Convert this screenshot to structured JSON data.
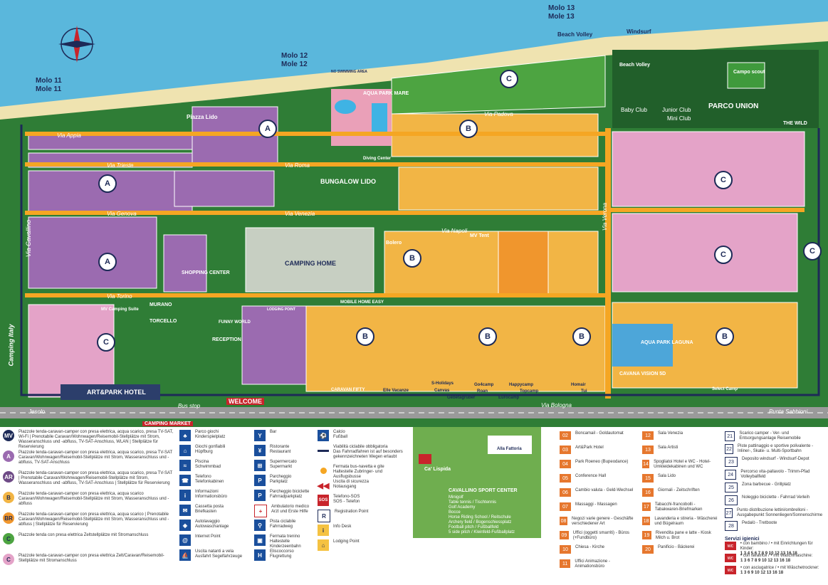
{
  "map": {
    "piers": [
      "Molo 11",
      "Mole 11",
      "Molo 12",
      "Mole 12",
      "Molo 13",
      "Mole 13"
    ],
    "beach_labels": [
      "Beach Volley",
      "Windsurf",
      "NO SWIMMING AREA"
    ],
    "areas": {
      "parco_union": "PARCO UNION",
      "campo_scout": "Campo scout",
      "baby_club": "Baby Club",
      "junior_club": "Junior Club",
      "mini_club": "Mini Club",
      "the_wild": "THE WILD",
      "beach_volley_park": "Beach Volley",
      "aqua_park_mare": "AQUA PARK MARE",
      "diving_center": "Diving Center",
      "bungalow_lido": "BUNGALOW LIDO",
      "camping_home": "CAMPING HOME",
      "mobile_home_easy": "MOBILE HOME EASY",
      "shopping_center": "SHOPPING CENTER",
      "murano": "MURANO",
      "torcello": "TORCELLO",
      "funny_world": "FUNNY WORLD",
      "reception": "RECEPTION",
      "art_park_hotel": "ART&PARK HOTEL",
      "aqua_park_laguna": "AQUA PARK LAGUNA",
      "cavana": "CAVANA VISION 5D",
      "mv_camping_suite": "MV Camping Suite",
      "lodging_point": "LODGING POINT",
      "caravan_fifty": "CARAVAN FIFTY",
      "piazza_lido": "Piazza Lido",
      "bolero": "Bolero",
      "mv_tent": "MV Tent",
      "select_camp": "Select Camp"
    },
    "streets": {
      "via_appia": "Via Appia",
      "via_trieste": "Via Trieste",
      "via_genova": "Via Genova",
      "via_torino": "Via Torino",
      "via_roma": "Via Roma",
      "via_venezia": "Via Venezia",
      "via_napoli": "Via Napoli",
      "via_padova": "Via Padova",
      "via_cavallino": "Via Cavallino",
      "via_bologna": "Via Bologna",
      "via_verona": "Via Verona",
      "camping_italy": "Camping Italy",
      "jesolo": "Jesolo",
      "punta_sabbioni": "Punta Sabbioni",
      "bus_stop": "Bus stop",
      "welcome": "WELCOME",
      "camping_market": "CAMPING MARKET"
    },
    "zone_letters": [
      "A",
      "A",
      "A",
      "B",
      "B",
      "B",
      "B",
      "B",
      "B",
      "C",
      "C",
      "C",
      "C",
      "C"
    ],
    "tour_operators": [
      "Elle Vacanze",
      "S-Holidays",
      "Canvas",
      "Go4camp",
      "Roan",
      "Happycamp",
      "Topcamp",
      "Eurocamp",
      "Homair",
      "Tui",
      "Gebetagruber"
    ],
    "colors": {
      "sea": "#5ab7dc",
      "beach": "#efe3b0",
      "grass": "#2f7d36",
      "zone_a": "#9b6bb0",
      "zone_b": "#f2b545",
      "zone_c": "#e4a3c8",
      "zone_br": "#f0962d",
      "street": "#f5a623",
      "road": "#9a9a9a",
      "border": "#1d2a57"
    }
  },
  "legend": {
    "zones": [
      {
        "code": "MV",
        "de": "Piazzole tenda-caravan-camper con presa elettrica, acqua scarico, presa TV-SAT, Wi-Fi | Prenotabile",
        "en": "Caravan/Wohnwagen/Reisemobil-Stellplätze mit Strom, Wasseranschluss und -abfluss, TV-SAT-Anschluss, WLAN | Stellplätze für Reservierung"
      },
      {
        "code": "A",
        "de": "Piazzole tenda-caravan-camper con presa elettrica, acqua scarico, presa TV-SAT",
        "en": "Caravan/Wohnwagen/Reisemobil-Stellplätze mit Strom, Wasseranschluss und -abfluss, TV-SAT-Anschluss"
      },
      {
        "code": "AR",
        "de": "Piazzole tenda-caravan-camper con presa elettrica, acqua scarico, presa TV-SAT | Prenotabile",
        "en": "Caravan/Wohnwagen/Reisemobil-Stellplätze mit Strom, Wasseranschluss und -abfluss, TV-SAT-Anschluss | Stellplätze für Reservierung"
      },
      {
        "code": "B",
        "de": "Piazzole tenda-caravan-camper con presa elettrica, acqua scarico",
        "en": "Caravan/Wohnwagen/Reisemobil-Stellplätze mit Strom, Wasseranschluss und -abfluss"
      },
      {
        "code": "BR",
        "de": "Piazzole tenda-caravan-camper con presa elettrica, acqua scarico | Prenotabile",
        "en": "Caravan/Wohnwagen/Reisemobil-Stellplätze mit Strom, Wasseranschluss und -abfluss | Stellplätze für Reservierung"
      },
      {
        "code": "C",
        "de": "Piazzole tenda con presa elettrica",
        "en": "Zeltstellplätze mit Stromanschluss"
      },
      {
        "code": "C",
        "de": "Piazzole tenda-caravan-camper con presa elettrica",
        "en": "Zelt/Caravan/Reisemobil-Stellplätze mit Stromanschluss"
      }
    ],
    "facilities_col1": [
      {
        "icon": "playground-icon",
        "it": "Parco giochi",
        "de": "Kinderspielplatz"
      },
      {
        "icon": "bouncy-castle-icon",
        "it": "Giochi gonfiabili",
        "de": "Hüpfburg"
      },
      {
        "icon": "pool-icon",
        "it": "Piscina",
        "de": "Schwimmbad"
      },
      {
        "icon": "phone-icon",
        "it": "Telefono",
        "de": "Telefonkabinen"
      },
      {
        "icon": "info-icon",
        "it": "Informazioni",
        "de": "Informationsbüro"
      },
      {
        "icon": "mailbox-icon",
        "it": "Cassetta posta",
        "de": "Briefkasten"
      },
      {
        "icon": "car-wash-icon",
        "it": "Autolavaggio",
        "de": "Autowaschanlage"
      },
      {
        "icon": "internet-icon",
        "it": "Internet Point",
        "de": ""
      },
      {
        "icon": "sailboat-icon",
        "it": "Uscita natanti a vela",
        "de": "Ausfahrt Segelfahrzeuge"
      }
    ],
    "facilities_col2": [
      {
        "icon": "bar-icon",
        "it": "Bar",
        "de": ""
      },
      {
        "icon": "restaurant-icon",
        "it": "Ristorante",
        "de": "Restaurant"
      },
      {
        "icon": "supermarket-icon",
        "it": "Supermercato",
        "de": "Supermarkt"
      },
      {
        "icon": "parking-icon",
        "it": "Parcheggio",
        "de": "Parkplatz"
      },
      {
        "icon": "bike-parking-icon",
        "it": "Parcheggio biciclette",
        "de": "Fahrradparkplatz"
      },
      {
        "icon": "first-aid-icon",
        "it": "Ambulatorio medico",
        "de": "Arzt und Erste Hilfe"
      },
      {
        "icon": "bike-path-icon",
        "it": "Pista ciclabile",
        "de": "Fahrradweg"
      },
      {
        "icon": "train-icon",
        "it": "Fermata trenino",
        "de": "Haltestelle Kinderzeenbahn"
      },
      {
        "icon": "helipad-icon",
        "it": "Eliscoccorso",
        "de": "Flugrettung"
      }
    ],
    "facilities_col3": [
      {
        "icon": "football-icon",
        "it": "Calcio",
        "de": "Fußball"
      },
      {
        "icon": "road-line-icon",
        "it": "Viabilità ciclabile obbligatoria",
        "de": "Das Fahrradfahren ist auf besonders gekennzeichneten Wegen erlaubt"
      },
      {
        "icon": "bus-stop-icon",
        "it": "Fermata bus-navetta e gite",
        "de": "Haltestelle Zubringer- und Ausflugsbusse"
      },
      {
        "icon": "emergency-exit-icon",
        "it": "Uscita di sicurezza",
        "de": "Notausgang"
      },
      {
        "icon": "sos-icon",
        "it": "Telefono-SOS",
        "de": "SOS - Telefon"
      },
      {
        "icon": "registration-icon",
        "it": "Registration Point",
        "de": ""
      },
      {
        "icon": "info-desk-icon",
        "it": "Info Desk",
        "de": ""
      },
      {
        "icon": "lodging-icon",
        "it": "Lodging Point",
        "de": ""
      }
    ],
    "sport_center": {
      "title": "CAVALLINO SPORT CENTER",
      "items": [
        "Minigolf",
        "Table tennis / Tischtennis",
        "Golf Academy",
        "Bocce",
        "Horse Riding School / Reitschule",
        "Archery field / Bogenschiessplatz",
        "Football pitch / Fußballfeld",
        "5 side pitch / Kleinfeld-Fußballplatz"
      ],
      "ca_lispida": "Ca' Lispida",
      "alla_fattoria": "Alla Fattoria"
    },
    "numbered_a": [
      {
        "n": "02",
        "t": "Boncamail - Goldautomat"
      },
      {
        "n": "03",
        "t": "Art&Park Hotel"
      },
      {
        "n": "04",
        "t": "Park Roeneo (Bupeodance)"
      },
      {
        "n": "05",
        "t": "Conference Hall"
      },
      {
        "n": "06",
        "t": "Cambio valuta - Geld-Wechsel"
      },
      {
        "n": "07",
        "t": "Massaggi - Massagen"
      },
      {
        "n": "08",
        "t": "Negozi varie genere - Geschäfte verschiedener Art"
      },
      {
        "n": "09",
        "t": "Uffici (oggetti smarriti) - Büros (+Fundbüro)"
      },
      {
        "n": "10",
        "t": "Chiesa - Kirche"
      },
      {
        "n": "11",
        "t": "Uffici Animazione - Animationsbüro"
      }
    ],
    "numbered_b": [
      {
        "n": "12",
        "t": "Sala Venezia"
      },
      {
        "n": "13",
        "t": "Sala Artisti"
      },
      {
        "n": "14",
        "t": "Spogliatoi Hotel e WC - Hotel-Umkleidekabinen und WC"
      },
      {
        "n": "15",
        "t": "Sala Lido"
      },
      {
        "n": "16",
        "t": "Giornali - Zeitschriften"
      },
      {
        "n": "17",
        "t": "Tabacchi-francobolli - Tabakwaren-Briefmarken"
      },
      {
        "n": "18",
        "t": "Lavanderia e stireria - Wäscherei und Bügelraum"
      },
      {
        "n": "19",
        "t": "Rivendita pane e latte - Kiosk Milch u. Brot"
      },
      {
        "n": "20",
        "t": "Panificio - Bäckerei"
      }
    ],
    "numbered_c": [
      {
        "n": "21",
        "t": "Scarico camper - Ver- und Entsorgungsanlage Reisemobile"
      },
      {
        "n": "22",
        "t": "Piste pattinaggio e sportive polivalente - Inliner-, Skate- u. Multi-Sportbahn"
      },
      {
        "n": "23",
        "t": "Deposito windsurf - Windsurf-Depot"
      },
      {
        "n": "24",
        "t": "Percorso vita-pallavolo - Trimm-Pfad Volleyballfeld"
      },
      {
        "n": "25",
        "t": "Zona barbecue - Grillplatz"
      },
      {
        "n": "26",
        "t": "Noleggio biciclette - Fahrrad Verleih"
      },
      {
        "n": "27",
        "t": "Punto distribuzione lettini/ombrelloni - Ausgabepunkt Sonnenliegen/Sonnenschirme"
      },
      {
        "n": "28",
        "t": "Pedalò - Tretboote"
      }
    ],
    "services": {
      "title": "Servizi igienici",
      "rows": [
        {
          "label": "• con bambino / • mit Einrichtungen für Kinder:",
          "nums": "1 3 4 5 6 7 8 9 10 12 13 16 18"
        },
        {
          "label": "• con lavatrice / • mit Waschmaschine:",
          "nums": "1 3 6 7 8 9 10 12 13 16 18"
        },
        {
          "label": "• con asciugatrice / • mit Wäschetrockner:",
          "nums": "1 3 6 9 10 12 13 16 18"
        }
      ]
    }
  }
}
